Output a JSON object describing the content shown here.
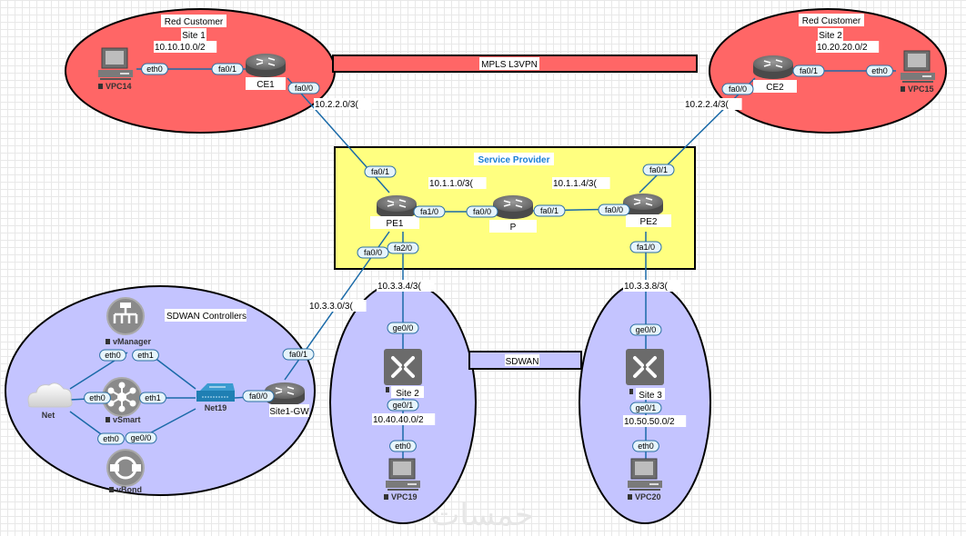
{
  "diagram": {
    "title": "MPLS L3VPN and SDWAN network topology",
    "zones": {
      "red_site1": {
        "title": "Red Customer",
        "subtitle": "Site 1",
        "color": "#ff6666"
      },
      "red_site2": {
        "title": "Red Customer",
        "subtitle": "Site 2",
        "color": "#ff6666"
      },
      "service_provider": {
        "title": "Service Provider",
        "color": "#ffff80",
        "title_color": "#1a7fd6"
      },
      "sdwan_controllers": {
        "title": "SDWAN Controllers",
        "color": "#c4c4ff"
      },
      "sdwan_site2": {
        "color": "#c4c4ff"
      },
      "sdwan_site3": {
        "color": "#c4c4ff"
      }
    },
    "banners": {
      "mpls": {
        "label": "MPLS L3VPN",
        "color": "#ff6666"
      },
      "sdwan": {
        "label": "SDWAN",
        "color": "#c4c4ff"
      }
    },
    "nodes": {
      "vpc14": {
        "label": "VPC14",
        "icon": "pc-icon"
      },
      "ce1": {
        "label": "CE1",
        "icon": "router-icon"
      },
      "ce2": {
        "label": "CE2",
        "icon": "router-icon"
      },
      "vpc15": {
        "label": "VPC15",
        "icon": "pc-icon"
      },
      "pe1": {
        "label": "PE1",
        "icon": "router-icon"
      },
      "p": {
        "label": "P",
        "icon": "router-icon"
      },
      "pe2": {
        "label": "PE2",
        "icon": "router-icon"
      },
      "vmanager": {
        "label": "vManager",
        "icon": "vmanager-icon"
      },
      "vsmart": {
        "label": "vSmart",
        "icon": "vsmart-icon"
      },
      "vbond": {
        "label": "vBond",
        "icon": "vbond-icon"
      },
      "net": {
        "label": "Net",
        "icon": "cloud-icon"
      },
      "net19": {
        "label": "Net19",
        "icon": "switch-icon"
      },
      "site1gw": {
        "label": "Site1-GW",
        "icon": "router-icon"
      },
      "site2": {
        "label": "Site 2",
        "icon": "vedge-icon"
      },
      "site3": {
        "label": "Site 3",
        "icon": "vedge-icon"
      },
      "vpc19": {
        "label": "VPC19",
        "icon": "pc-icon"
      },
      "vpc20": {
        "label": "VPC20",
        "icon": "pc-icon"
      }
    },
    "subnets": {
      "s_10_10": "10.10.10.0/2",
      "s_10_20": "10.20.20.0/2",
      "s_2_0": "10.2.2.0/3(",
      "s_2_4": "10.2.2.4/3(",
      "s_1_0": "10.1.1.0/3(",
      "s_1_4": "10.1.1.4/3(",
      "s_3_0": "10.3.3.0/3(",
      "s_3_4": "10.3.3.4/3(",
      "s_3_8": "10.3.3.8/3(",
      "s_40": "10.40.40.0/2",
      "s_50": "10.50.50.0/2"
    },
    "ports": [
      {
        "id": "vpc14-eth0",
        "label": "eth0"
      },
      {
        "id": "ce1-fa01",
        "label": "fa0/1"
      },
      {
        "id": "ce1-fa00",
        "label": "fa0/0"
      },
      {
        "id": "ce2-fa00",
        "label": "fa0/0"
      },
      {
        "id": "ce2-fa01",
        "label": "fa0/1"
      },
      {
        "id": "vpc15-eth0",
        "label": "eth0"
      },
      {
        "id": "pe1-fa01",
        "label": "fa0/1"
      },
      {
        "id": "pe1-fa10",
        "label": "fa1/0"
      },
      {
        "id": "p-fa00",
        "label": "fa0/0"
      },
      {
        "id": "p-fa01",
        "label": "fa0/1"
      },
      {
        "id": "pe2-fa00",
        "label": "fa0/0"
      },
      {
        "id": "pe2-fa01",
        "label": "fa0/1"
      },
      {
        "id": "pe1-fa00",
        "label": "fa0/0"
      },
      {
        "id": "pe1-fa20",
        "label": "fa2/0"
      },
      {
        "id": "pe2-fa10",
        "label": "fa1/0"
      },
      {
        "id": "vmanager-eth0",
        "label": "eth0"
      },
      {
        "id": "vmanager-eth1",
        "label": "eth1"
      },
      {
        "id": "vsmart-eth0",
        "label": "eth0"
      },
      {
        "id": "vsmart-eth1",
        "label": "eth1"
      },
      {
        "id": "vbond-eth0",
        "label": "eth0"
      },
      {
        "id": "vbond-ge00",
        "label": "ge0/0"
      },
      {
        "id": "gw-fa00",
        "label": "fa0/0"
      },
      {
        "id": "gw-fa01",
        "label": "fa0/1"
      },
      {
        "id": "site2-ge00",
        "label": "ge0/0"
      },
      {
        "id": "site2-ge01",
        "label": "ge0/1"
      },
      {
        "id": "vpc19-eth0",
        "label": "eth0"
      },
      {
        "id": "site3-ge00",
        "label": "ge0/0"
      },
      {
        "id": "site3-ge01",
        "label": "ge0/1"
      },
      {
        "id": "vpc20-eth0",
        "label": "eth0"
      }
    ],
    "watermark": "خمسات",
    "link_color": "#1a6aa8"
  }
}
